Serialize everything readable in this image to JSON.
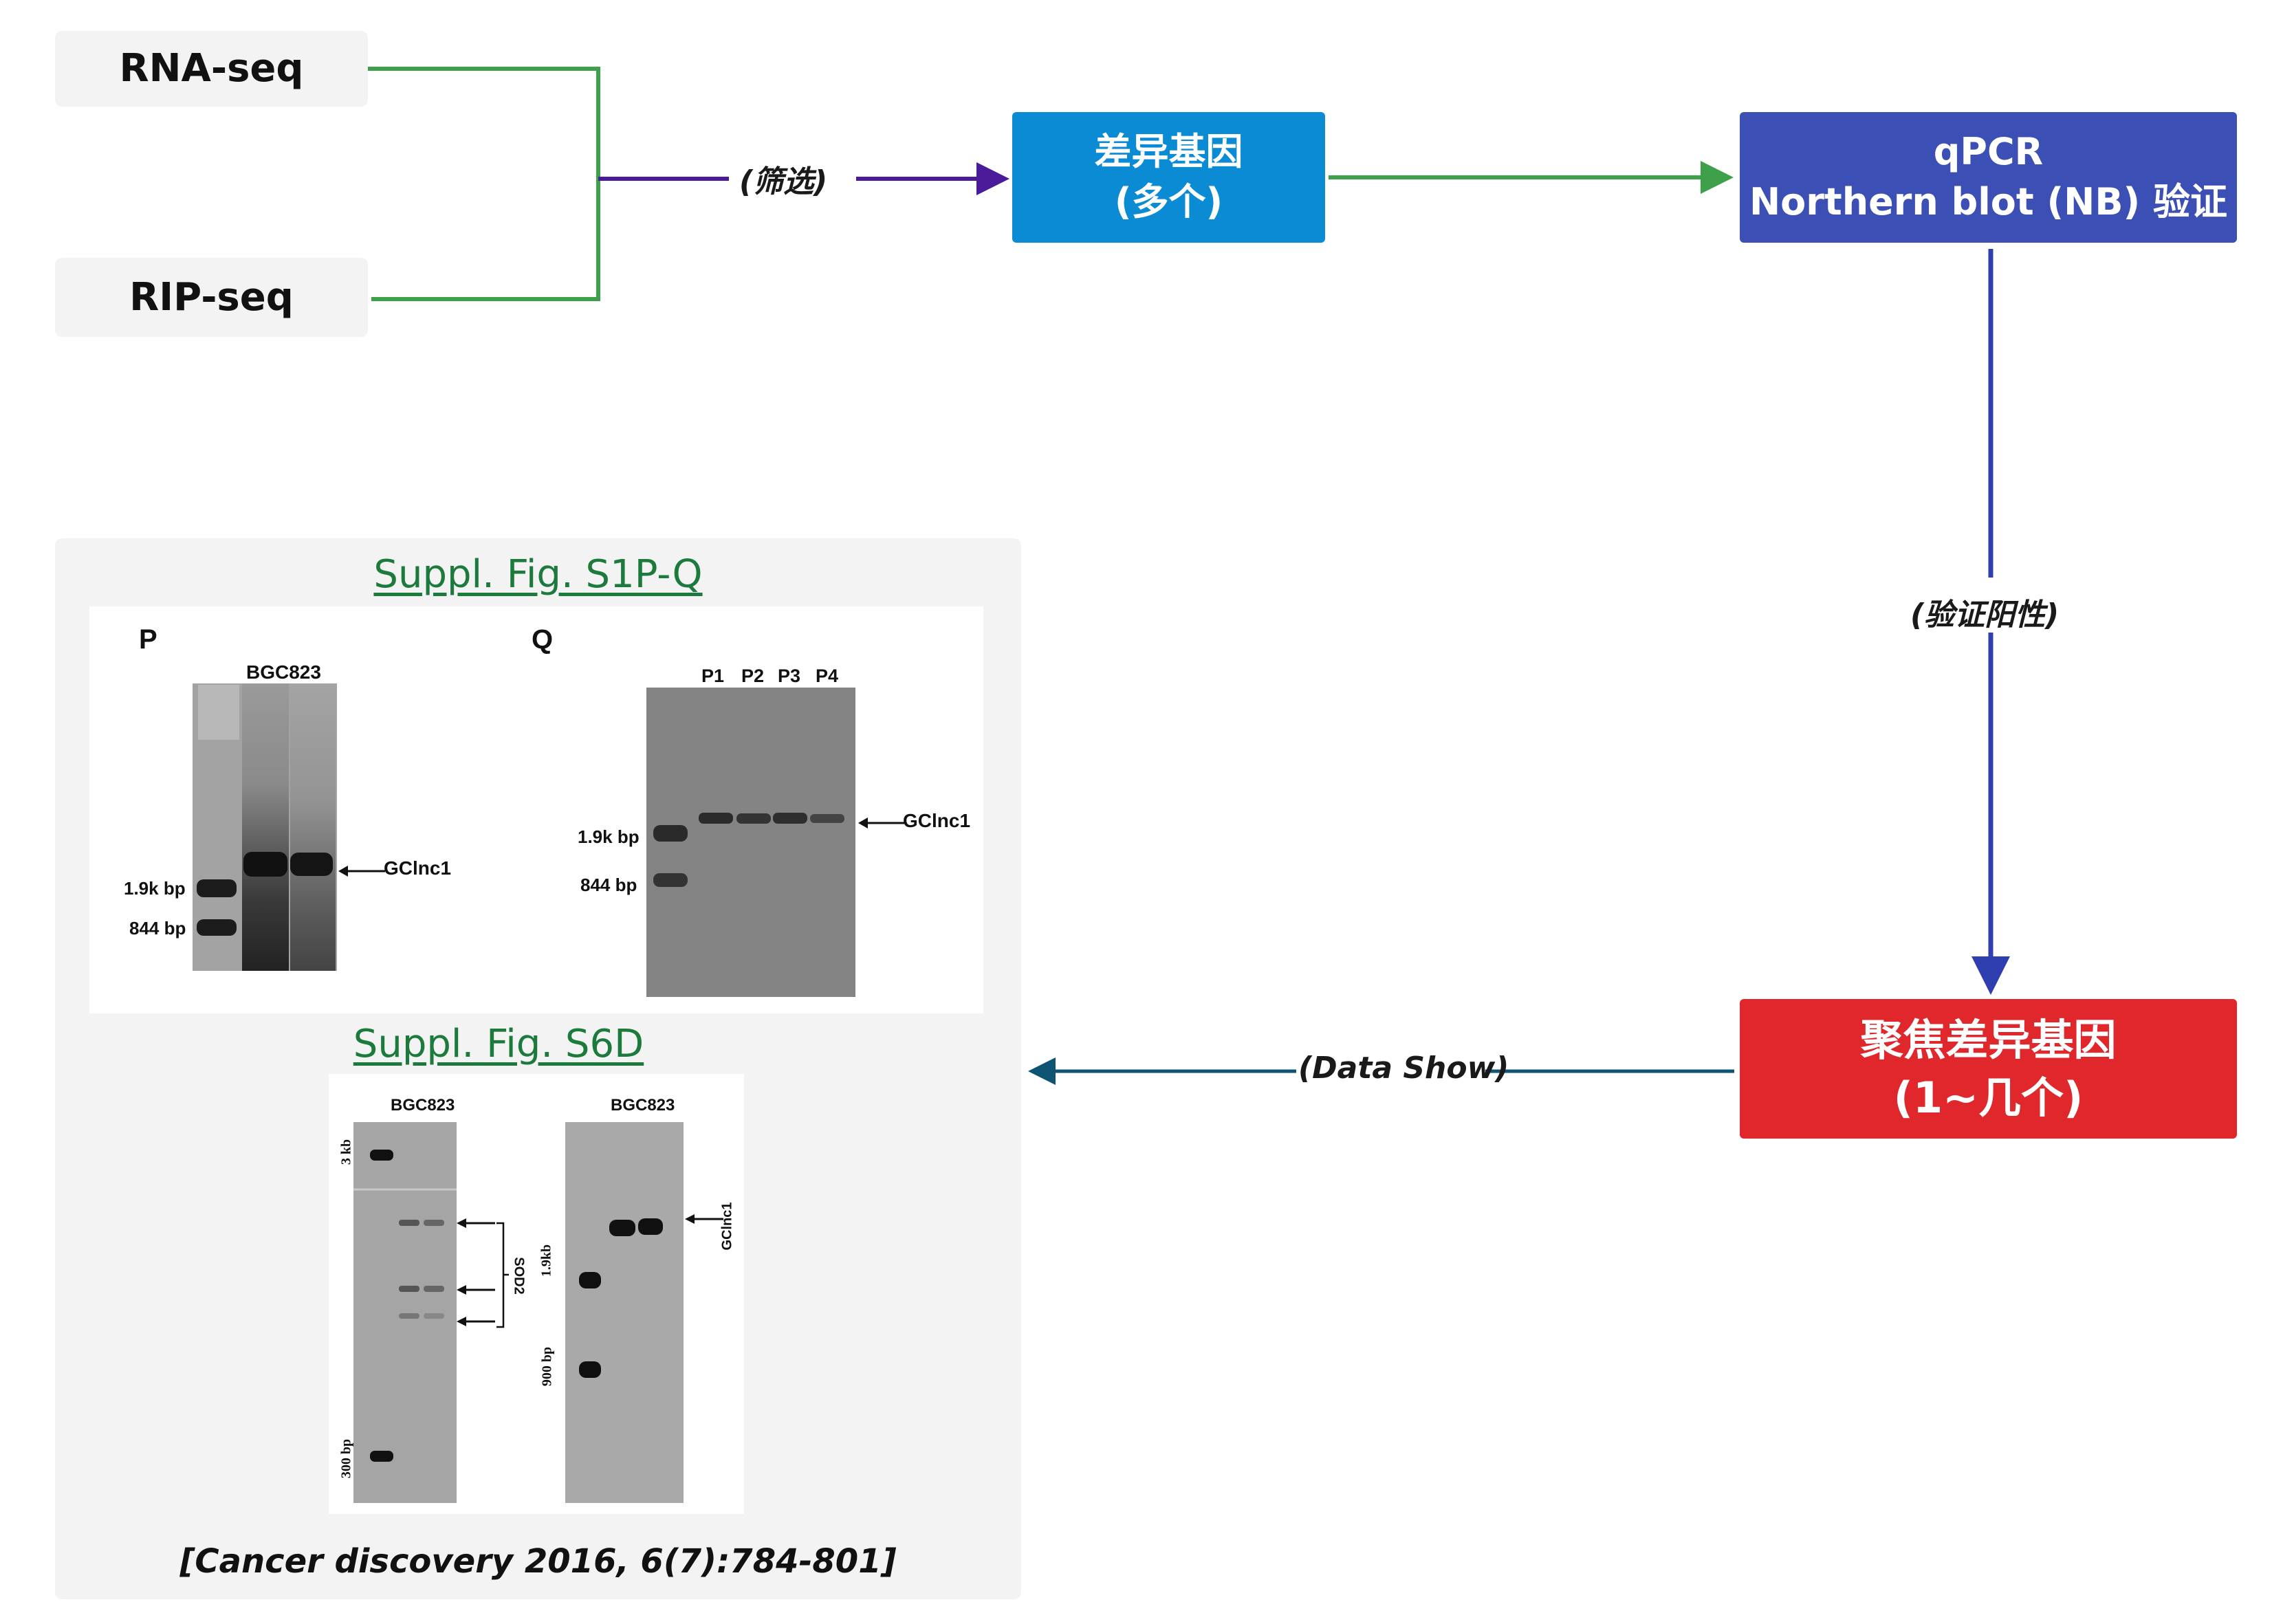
{
  "inputs": {
    "rna_seq": "RNA-seq",
    "rip_seq": "RIP-seq"
  },
  "edges": {
    "screen_label": "(筛选)",
    "validate_label": "(验证阳性)",
    "data_show_label": "(Data Show)"
  },
  "nodes": {
    "diff_genes": {
      "line1": "差异基因",
      "line2": "(多个)"
    },
    "validation": {
      "line1": "qPCR",
      "line2": "Northern blot (NB) 验证"
    },
    "focus": {
      "line1": "聚焦差异基因",
      "line2": "(1~几个)"
    }
  },
  "figures": {
    "s1": {
      "link": "Suppl. Fig. S1P-Q",
      "panel_p": {
        "letter": "P",
        "cell_line": "BGC823",
        "marker_1": "1.9k bp",
        "marker_2": "844 bp",
        "target": "GClnc1"
      },
      "panel_q": {
        "letter": "Q",
        "lanes": [
          "P1",
          "P2",
          "P3",
          "P4"
        ],
        "marker_1": "1.9k bp",
        "marker_2": "844 bp",
        "target": "GClnc1"
      }
    },
    "s6": {
      "link": "Suppl. Fig. S6D",
      "left": {
        "cell_line": "BGC823",
        "marker_top": "3 kb",
        "marker_bottom": "300 bp",
        "target": "SOD2"
      },
      "right": {
        "cell_line": "BGC823",
        "marker_top": "1.9kb",
        "marker_bottom": "900 bp",
        "target": "GClnc1"
      }
    },
    "citation": "[Cancer discovery 2016, 6(7):784-801]"
  },
  "colors": {
    "green_arrow": "#3ea04a",
    "purple_arrow": "#4a1a99",
    "blue_arrow": "#2f3fb0",
    "teal_arrow": "#0f5472",
    "diff_genes_bg": "#0a8bd3",
    "validation_bg": "#3c4fb5",
    "focus_bg": "#e0272c"
  }
}
